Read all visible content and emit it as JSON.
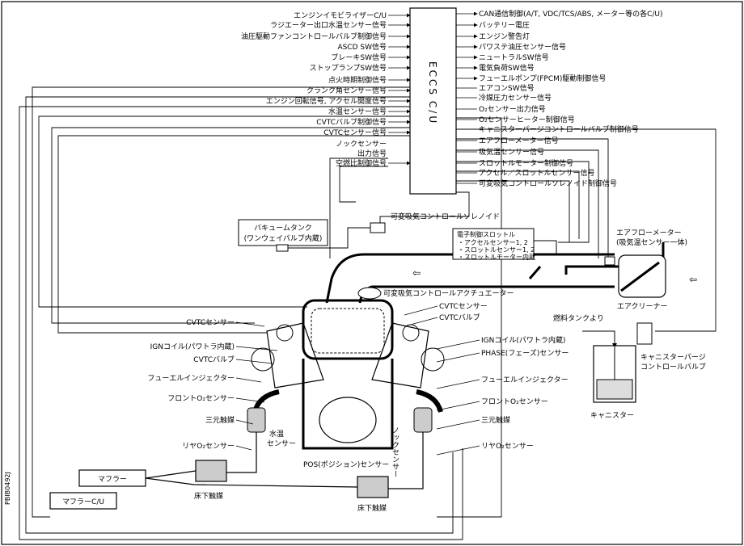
{
  "ecu": {
    "name": "ECCS",
    "sub": "C/U"
  },
  "left_signals": [
    "エンジンイモビライザーC/U",
    "ラジエーター出口水温センサー信号",
    "油圧駆動ファンコントロールバルブ制御信号",
    "ASCD SW信号",
    "ブレーキSW信号",
    "ストップランプSW信号",
    "点火時期制御信号",
    "クランク角センサー信号",
    "エンジン回転信号, アクセル開度信号",
    "水温センサー信号",
    "CVTCバルブ制御信号",
    "CVTCセンサー信号",
    "ノックセンサー",
    "出力信号",
    "空燃比制御信号"
  ],
  "right_signals": [
    "CAN通信制御(A/T, VDC/TCS/ABS, メーター等の各C/U)",
    "バッテリー電圧",
    "エンジン警告灯",
    "パワステ油圧センサー信号",
    "ニュートラルSW信号",
    "電気負荷SW信号",
    "フューエルポンプ(FPCM)駆動制御信号",
    "エアコンSW信号",
    "冷媒圧力センサー信号",
    "O₂センサー出力信号",
    "O₂センサーヒーター制御信号",
    "キャニスターパージコントロールバルブ制御信号",
    "エアフローメーター信号",
    "吸気温センサー信号",
    "スロットルモーター制御信号",
    "アクセル／スロットルセンサー信号",
    "可変吸気コントロールソレノイド制御信号"
  ],
  "components": {
    "solenoid": "可変吸気コントロールソレノイド",
    "vacuum_tank": "バキュームタンク",
    "vacuum_tank_sub": "(ワンウェイバルブ内蔵)",
    "throttle": "電子制御スロットル",
    "throttle_items": [
      "・アクセルセンサー1, 2",
      "・スロットルセンサー1, 2",
      "・スロットルモーター内蔵"
    ],
    "afm": "エアフローメーター",
    "afm_sub": "(吸気温センサー一体)",
    "actuator": "可変吸気コントロールアクチュエーター",
    "air_cleaner": "エアクリーナー",
    "fuel_tank": "燃料タンクより",
    "purge_valve": "キャニスターパージ",
    "purge_valve_sub": "コントロールバルブ",
    "canister": "キャニスター",
    "muffler": "マフラー",
    "muffler_cu": "マフラーC/U",
    "floor_cat": "床下触媒"
  },
  "engine_left": [
    "CVTCセンサー",
    "IGNコイル(パワトラ内蔵)",
    "CVTCバルブ",
    "フューエルインジェクター",
    "フロントO₂センサー",
    "三元触媒",
    "リヤO₂センサー"
  ],
  "engine_right": [
    "CVTCセンサー",
    "CVTCバルブ",
    "IGNコイル(パワトラ内蔵)",
    "PHASE(フェーズ)センサー",
    "フューエルインジェクター",
    "フロントO₂センサー",
    "三元触媒",
    "リヤO₂センサー"
  ],
  "engine_center": {
    "water_temp": "水温",
    "water_temp2": "センサー",
    "knock": "ノックセンサー",
    "pos": "POS(ポジション)センサー"
  },
  "side_code": "PBIB0492J"
}
